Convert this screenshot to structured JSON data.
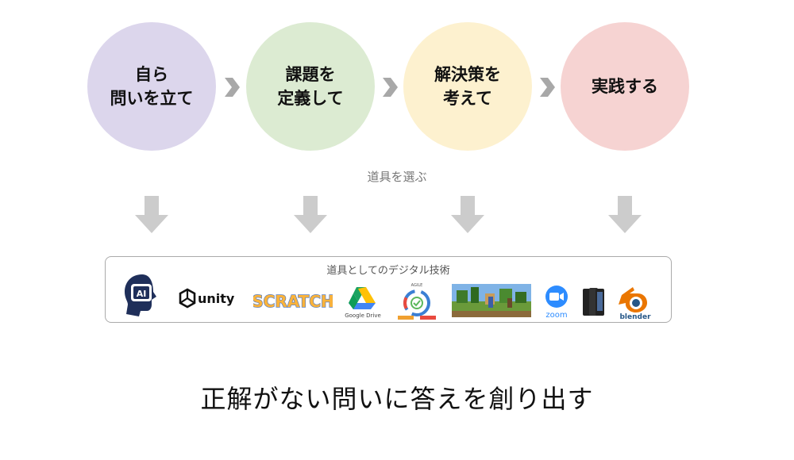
{
  "steps": [
    {
      "label": "自ら\n問いを立て",
      "color": "#dcd6ec"
    },
    {
      "label": "課題を\n定義して",
      "color": "#dcebd2"
    },
    {
      "label": "解決策を\n考えて",
      "color": "#fdf1cf"
    },
    {
      "label": "実践する",
      "color": "#f6d3d2"
    }
  ],
  "subtitle": "道具を選ぶ",
  "tools": {
    "title": "道具としてのデジタル技術",
    "items": [
      {
        "name": "ai-head-icon",
        "text": "AI"
      },
      {
        "name": "unity-logo",
        "text": "unity"
      },
      {
        "name": "scratch-logo",
        "text": "SCRATCH"
      },
      {
        "name": "google-drive-logo",
        "text": "Google Drive"
      },
      {
        "name": "agile-cycle-icon",
        "text": "AGILE"
      },
      {
        "name": "minecraft-image",
        "text": ""
      },
      {
        "name": "zoom-logo",
        "text": "zoom"
      },
      {
        "name": "iphone-devices-icon",
        "text": ""
      },
      {
        "name": "blender-logo",
        "text": "blender"
      }
    ]
  },
  "slogan": "正解がない問いに答えを創り出す",
  "colors": {
    "arrow": "#cccccc",
    "chevron": "#a8a8a8",
    "border": "#aaaaaa"
  }
}
